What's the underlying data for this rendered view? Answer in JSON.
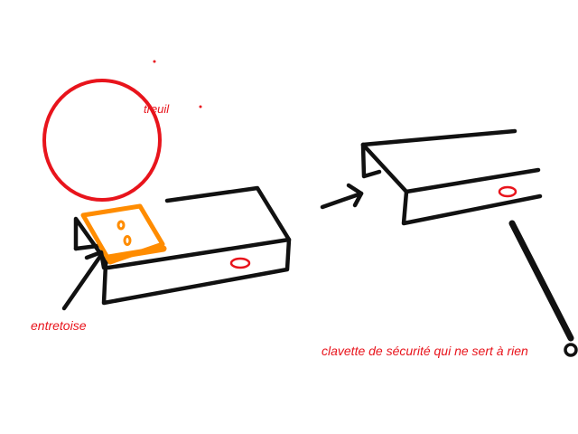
{
  "labels": {
    "winch": "treuil",
    "spacer": "entretoise",
    "safety_pin": "clavette de sécurité qui ne sert à rien"
  },
  "colors": {
    "ink": "#111111",
    "annotation": "#e8141c",
    "spacer_plate": "#ff8c00"
  }
}
